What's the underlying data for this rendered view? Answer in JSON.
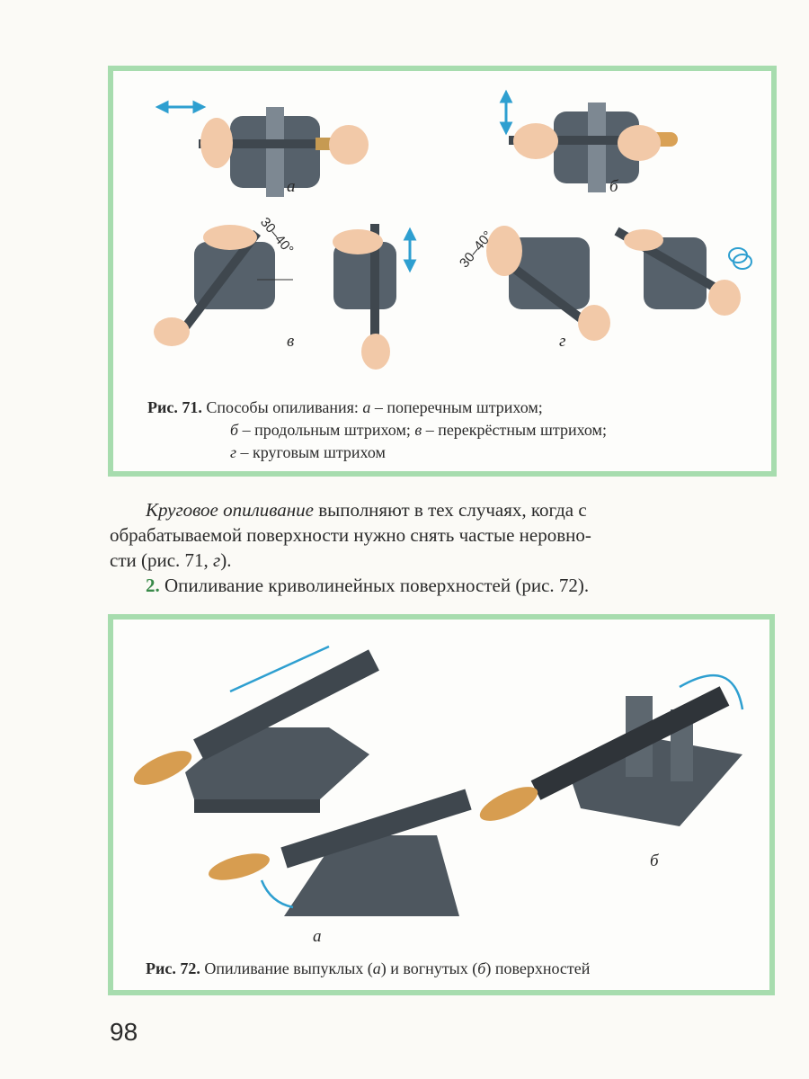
{
  "figure71": {
    "labels": {
      "a": "а",
      "b": "б",
      "v": "в",
      "g": "г"
    },
    "angle_label": "30–40°",
    "caption_number": "Рис. 71.",
    "caption_line1_text": "Способы опиливания: ",
    "caption_a": "а",
    "caption_a_text": " – поперечным штрихом;",
    "caption_b": "б",
    "caption_b_text": " – продольным штрихом; ",
    "caption_v": "в",
    "caption_v_text": " – перекрёстным штрихом;",
    "caption_g": "г",
    "caption_g_text": " – круговым штрихом"
  },
  "body": {
    "para1_italic": "Круговое опиливание",
    "para1_line1": " выполняют в тех случаях, когда с",
    "para1_line2": "обрабатываемой поверхности нужно снять частые неровно-",
    "para1_line3": "сти (рис. 71, ",
    "para1_ref": "г",
    "para1_end": ").",
    "para2_num": "2.",
    "para2_text": " Опиливание криволинейных поверхностей (рис. 72)."
  },
  "figure72": {
    "labels": {
      "a": "а",
      "b": "б"
    },
    "caption_number": "Рис. 72.",
    "caption_text1": " Опиливание выпуклых (",
    "caption_a": "а",
    "caption_text2": ") и вогнутых (",
    "caption_b": "б",
    "caption_text3": ") поверхностей"
  },
  "page_number": "98",
  "colors": {
    "border_green": "#a7dcae",
    "border_blue": "#2e9fd0",
    "accent_number": "#3a8a4a"
  }
}
